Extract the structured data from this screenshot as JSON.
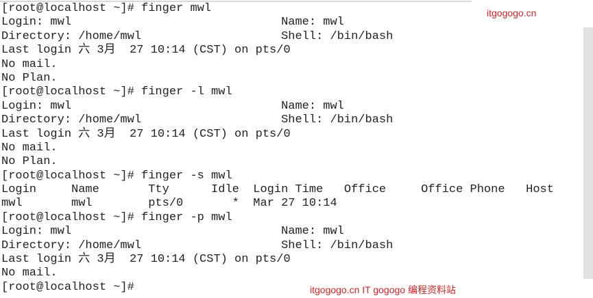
{
  "terminal": {
    "lines": [
      "[root@localhost ~]# finger mwl",
      "Login: mwl                              Name: mwl",
      "Directory: /home/mwl                    Shell: /bin/bash",
      "Last login 六 3月  27 10:14 (CST) on pts/0",
      "No mail.",
      "No Plan.",
      "[root@localhost ~]# finger -l mwl",
      "Login: mwl                              Name: mwl",
      "Directory: /home/mwl                    Shell: /bin/bash",
      "Last login 六 3月  27 10:14 (CST) on pts/0",
      "No mail.",
      "No Plan.",
      "[root@localhost ~]# finger -s mwl",
      "Login     Name       Tty      Idle  Login Time   Office     Office Phone   Host",
      "mwl       mwl        pts/0       *  Mar 27 10:14",
      "[root@localhost ~]# finger -p mwl",
      "Login: mwl                              Name: mwl",
      "Directory: /home/mwl                    Shell: /bin/bash",
      "Last login 六 3月  27 10:14 (CST) on pts/0",
      "No mail.",
      "[root@localhost ~]# "
    ]
  },
  "watermarks": {
    "top": "itgogogo.cn",
    "bottom": "itgogogo.cn IT gogogo 编程资料站"
  },
  "colors": {
    "watermark": "#e02020",
    "text": "#222222"
  }
}
